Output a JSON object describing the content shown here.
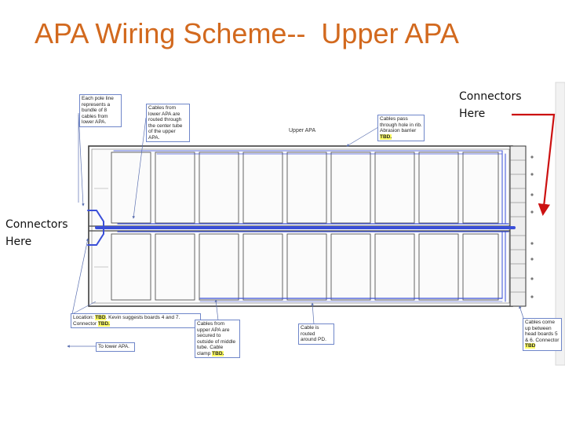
{
  "title": "APA Wiring Scheme--  Upper APA",
  "connectors_top_right": {
    "line1": "Connectors",
    "line2": "Here"
  },
  "connectors_left": {
    "line1": "Connectors",
    "line2": "Here"
  },
  "diagram_label": "Upper APA",
  "callouts": {
    "each_pole": "Each pole line represents a bundle of 8 cables from lower APA.",
    "cables_lower": "Cables from lower APA are routed through the center tube of the upper APA.",
    "cables_pass": {
      "text": "Cables pass through hole in rib. Abrasion barrier",
      "tbd": "TBD."
    },
    "location": {
      "prefix": "Location:",
      "tbd1": "TBD",
      "rest": ". Kevin suggests boards 4 and 7.",
      "line2": "Connector",
      "tbd2": "TBD."
    },
    "to_lower": "To lower APA.",
    "cables_upper": {
      "text": "Cables from upper APA are secured to outside of middle tube. Cable clamp",
      "tbd": "TBD."
    },
    "cable_routed": "Cable is routed around PD.",
    "cables_come_up": {
      "text": "Cables come up between head boards 5 & 6. Connector",
      "tbd": "TBD"
    }
  },
  "colors": {
    "title": "#d2691e",
    "wire": "#3a4fd8",
    "arrow_red": "#cc1111",
    "callout_border": "#6f86c9",
    "highlight": "#ffff66"
  }
}
